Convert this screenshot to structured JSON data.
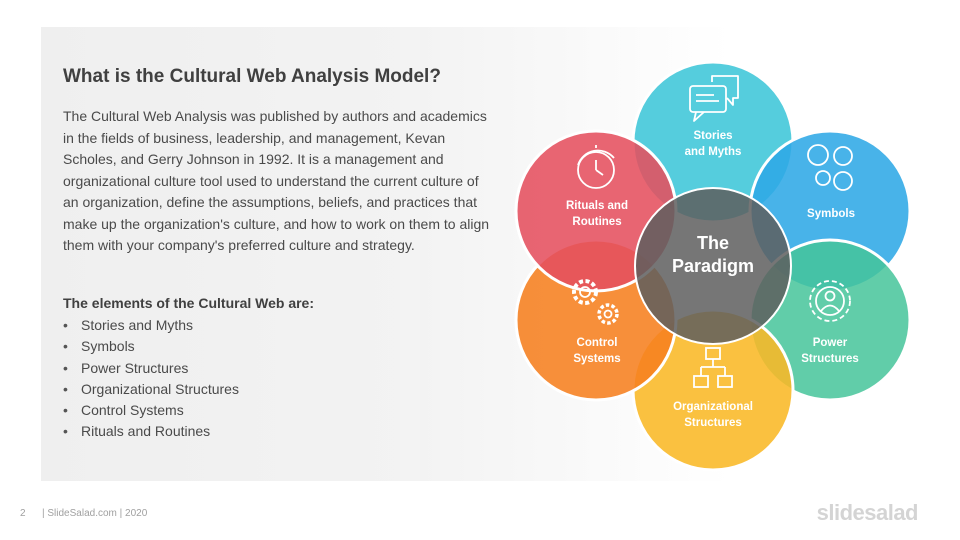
{
  "slide": {
    "title": "What is the Cultural Web Analysis Model?",
    "description": "The Cultural Web Analysis was published by authors and academics in the fields of business, leadership, and management, Kevan Scholes, and Gerry Johnson in 1992. It is a management and organizational culture tool used to understand the current culture of an organization, define the assumptions, beliefs, and practices that make up the organization's culture, and how to work on them to align them with your company's preferred culture and strategy.",
    "list_heading": "The elements of the Cultural Web are:",
    "list_items": [
      "Stories and Myths",
      "Symbols",
      "Power Structures",
      "Organizational Structures",
      "Control Systems",
      "Rituals and Routines"
    ]
  },
  "diagram": {
    "center": {
      "line1": "The",
      "line2": "Paradigm",
      "color": "#5e5e5e"
    },
    "petals": [
      {
        "line1": "Stories",
        "line2": "and Myths",
        "color": "#3ec6d8",
        "icon": "chat-bubbles-icon"
      },
      {
        "line1": "Symbols",
        "line2": "",
        "color": "#2fa8e6",
        "icon": "circles-icon"
      },
      {
        "line1": "Power",
        "line2": "Structures",
        "color": "#45c49a",
        "icon": "person-gear-icon"
      },
      {
        "line1": "Organizational",
        "line2": "Structures",
        "color": "#f9b826",
        "icon": "org-chart-icon"
      },
      {
        "line1": "Control",
        "line2": "Systems",
        "color": "#f6801f",
        "icon": "gears-icon"
      },
      {
        "line1": "Rituals and",
        "line2": "Routines",
        "color": "#e5505f",
        "icon": "clock-icon"
      }
    ]
  },
  "footer": {
    "page_number": "2",
    "text": "| SlideSalad.com | 2020",
    "brand": "slidesalad"
  }
}
